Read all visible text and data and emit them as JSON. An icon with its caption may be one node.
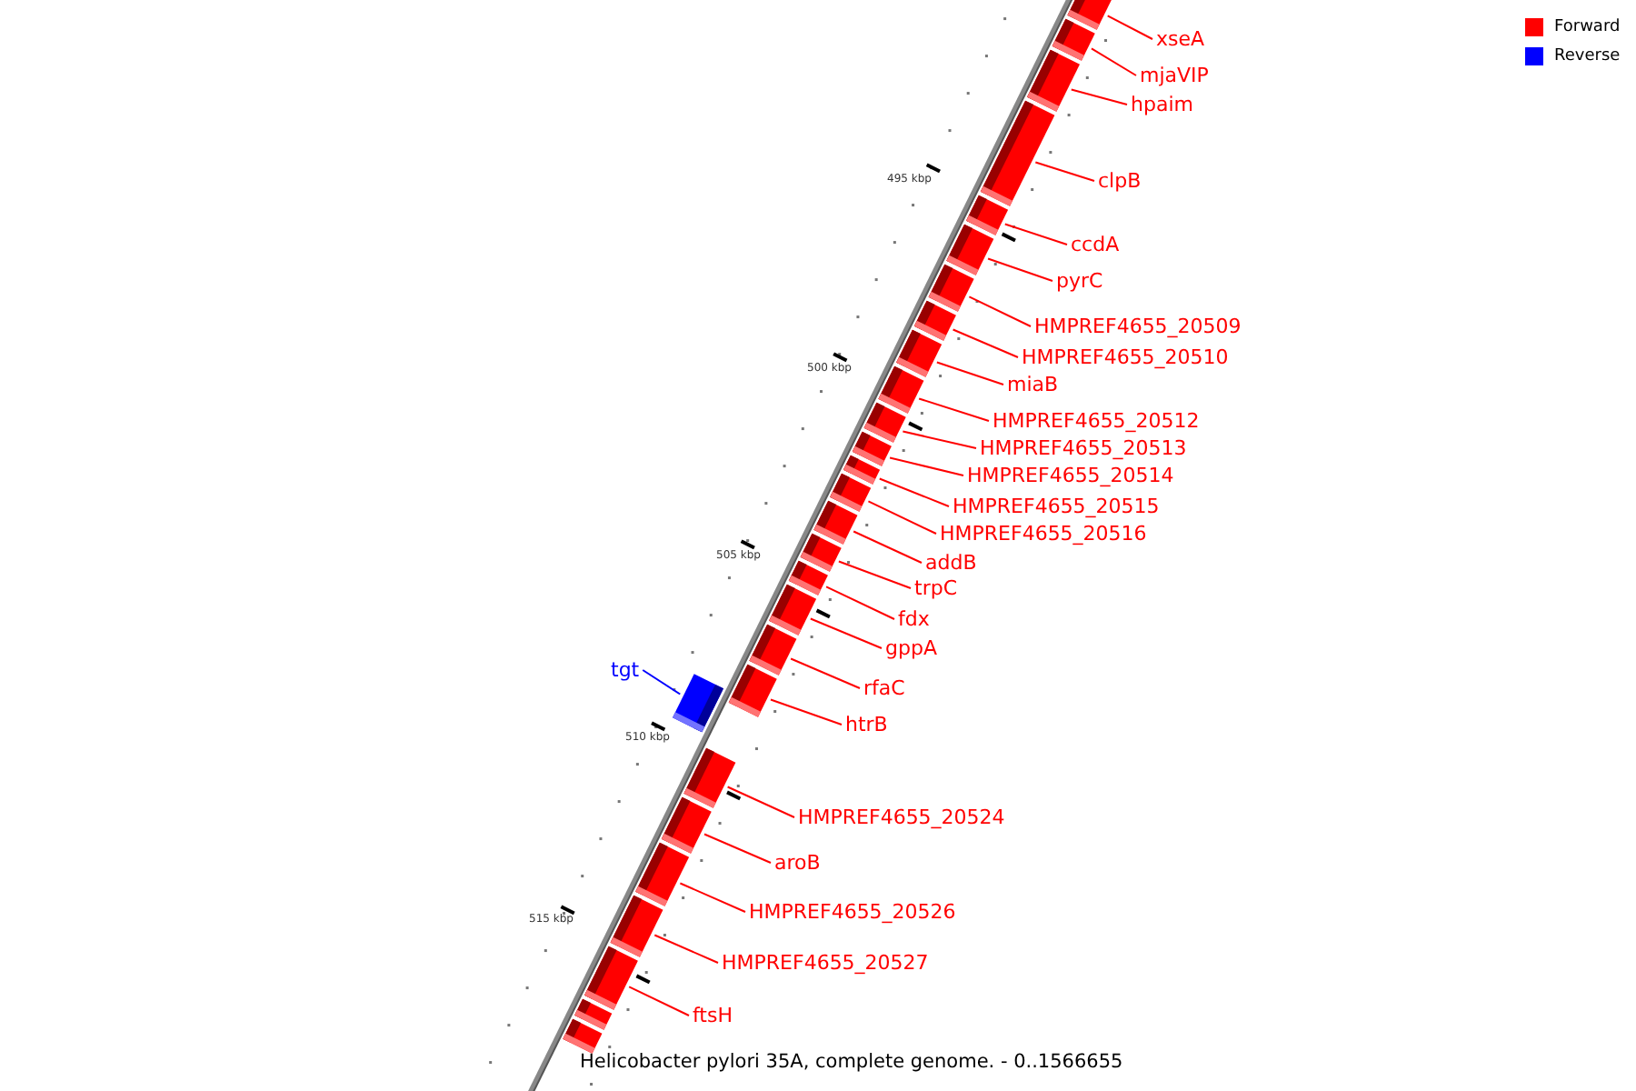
{
  "diagram": {
    "caption": "Helicobacter pylori 35A, complete genome. - 0..1566655",
    "nodes": [
      {
        "text": [
          "xseA"
        ]
      },
      {
        "text": [
          "mjaVIP"
        ]
      },
      {
        "text": [
          "hpaim"
        ]
      },
      {
        "text": [
          "clpB"
        ]
      },
      {
        "text": [
          "ccdA"
        ]
      },
      {
        "text": [
          "pyrC"
        ]
      },
      {
        "text": [
          "HMPREF4655_20509"
        ]
      },
      {
        "text": [
          "HMPREF4655_20510"
        ]
      },
      {
        "text": [
          "miaB"
        ]
      },
      {
        "text": [
          "HMPREF4655_20512"
        ]
      },
      {
        "text": [
          "HMPREF4655_20513"
        ]
      },
      {
        "text": [
          "HMPREF4655_20514"
        ]
      },
      {
        "text": [
          "HMPREF4655_20515"
        ]
      },
      {
        "text": [
          "HMPREF4655_20516"
        ]
      },
      {
        "text": [
          "addB"
        ]
      },
      {
        "text": [
          "trpC"
        ]
      },
      {
        "text": [
          "fdx"
        ]
      },
      {
        "text": [
          "gppA"
        ]
      },
      {
        "text": [
          "tgt"
        ]
      },
      {
        "text": [
          "rfaC"
        ]
      },
      {
        "text": [
          "htrB"
        ]
      },
      {
        "text": [
          "HMPREF4655_20524"
        ]
      },
      {
        "text": [
          "aroB"
        ]
      },
      {
        "text": [
          "HMPREF4655_20526"
        ]
      },
      {
        "text": [
          "HMPREF4655_20527"
        ]
      },
      {
        "text": [
          "ftsH"
        ]
      },
      {
        "text": [],
        "shape": "bar"
      },
      {
        "text": [],
        "shape": "bar"
      },
      {
        "text": [],
        "shape": "bar"
      },
      {
        "text": [],
        "shape": "bar"
      },
      {
        "text": [],
        "shape": "bar"
      },
      {
        "text": [],
        "shape": "bar"
      },
      {
        "text": [],
        "shape": "bar"
      },
      {
        "text": [],
        "shape": "bar"
      },
      {
        "text": [],
        "shape": "bar"
      },
      {
        "text": [],
        "shape": "bar"
      },
      {
        "text": [],
        "shape": "bar"
      },
      {
        "text": [],
        "shape": "bar"
      },
      {
        "text": [],
        "shape": "bar"
      },
      {
        "text": [],
        "shape": "bar"
      },
      {
        "text": [],
        "shape": "bar"
      },
      {
        "text": [],
        "shape": "bar"
      },
      {
        "text": [],
        "shape": "bar"
      },
      {
        "text": [],
        "shape": "bar"
      },
      {
        "text": [],
        "shape": "bar"
      },
      {
        "text": [],
        "shape": "bar"
      },
      {
        "text": [],
        "shape": "bar"
      },
      {
        "text": [],
        "shape": "bar"
      },
      {
        "text": [],
        "shape": "bar"
      },
      {
        "text": [],
        "shape": "bar"
      },
      {
        "text": [],
        "shape": "bar"
      },
      {
        "text": [],
        "shape": "bar"
      },
      {
        "text": [],
        "shape": "bar"
      },
      {
        "text": [],
        "shape": "bar"
      }
    ],
    "edges": [
      {
        "from": 0,
        "to": 26,
        "arrow": "none"
      },
      {
        "from": 1,
        "to": 27,
        "arrow": "none"
      },
      {
        "from": 2,
        "to": 28,
        "arrow": "none"
      },
      {
        "from": 3,
        "to": 29,
        "arrow": "none"
      },
      {
        "from": 4,
        "to": 30,
        "arrow": "none"
      },
      {
        "from": 5,
        "to": 31,
        "arrow": "none"
      },
      {
        "from": 6,
        "to": 32,
        "arrow": "none"
      },
      {
        "from": 7,
        "to": 33,
        "arrow": "none"
      },
      {
        "from": 8,
        "to": 34,
        "arrow": "none"
      },
      {
        "from": 9,
        "to": 35,
        "arrow": "none"
      },
      {
        "from": 10,
        "to": 36,
        "arrow": "none"
      },
      {
        "from": 11,
        "to": 37,
        "arrow": "none"
      },
      {
        "from": 12,
        "to": 38,
        "arrow": "none"
      },
      {
        "from": 13,
        "to": 39,
        "arrow": "none"
      },
      {
        "from": 14,
        "to": 40,
        "arrow": "none"
      },
      {
        "from": 15,
        "to": 41,
        "arrow": "none"
      },
      {
        "from": 16,
        "to": 42,
        "arrow": "none"
      },
      {
        "from": 17,
        "to": 43,
        "arrow": "none"
      },
      {
        "from": 18,
        "to": 44,
        "arrow": "none",
        "color": "#0000ff"
      },
      {
        "from": 19,
        "to": 45,
        "arrow": "none"
      },
      {
        "from": 20,
        "to": 46,
        "arrow": "none"
      },
      {
        "from": 21,
        "to": 47,
        "arrow": "none"
      },
      {
        "from": 22,
        "to": 48,
        "arrow": "none"
      },
      {
        "from": 23,
        "to": 49,
        "arrow": "none"
      },
      {
        "from": 24,
        "to": 50,
        "arrow": "none"
      },
      {
        "from": 25,
        "to": 51,
        "arrow": "none"
      }
    ],
    "labels": [
      "495 kbp",
      "500 kbp",
      "505 kbp",
      "510 kbp",
      "515 kbp"
    ],
    "legend": [
      {
        "text": "Forward",
        "color": "#ff0000"
      },
      {
        "text": "Reverse",
        "color": "#0000ff"
      }
    ]
  }
}
